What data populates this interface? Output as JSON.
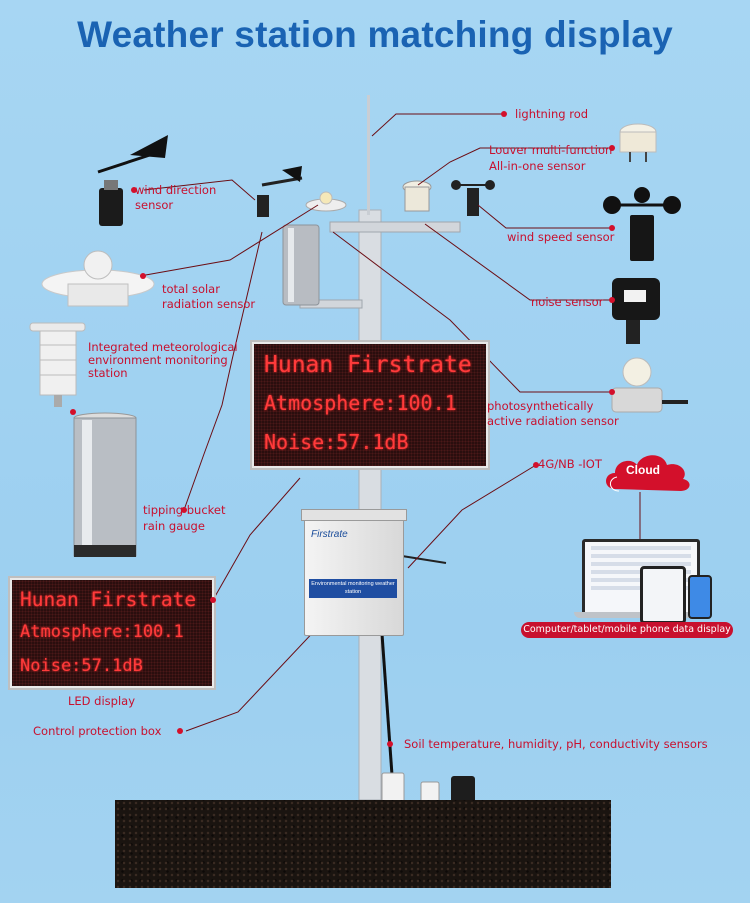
{
  "title": "Weather station matching display",
  "labels": {
    "lightning_rod": "lightning rod",
    "louver_1": "Louver multi-function",
    "louver_2": "All-in-one sensor",
    "wind_direction_1": "wind direction",
    "wind_direction_2": "sensor",
    "wind_speed": "wind speed sensor",
    "solar_1": "total solar",
    "solar_2": "radiation sensor",
    "noise": "noise sensor",
    "integrated_1": "Integrated meteorological",
    "integrated_2": "environment monitoring",
    "integrated_3": "station",
    "par_1": "photosynthetically",
    "par_2": "active radiation sensor",
    "rain_1": "tipping bucket",
    "rain_2": "rain gauge",
    "iot": "4G/NB -IOT",
    "cloud": "Cloud",
    "led_display": "LED display",
    "control_box": "Control protection box",
    "soil": "Soil temperature, humidity, pH, conductivity sensors",
    "devices": "Computer/tablet/mobile phone data display"
  },
  "led_main": {
    "line1": "Hunan Firstrate",
    "line2": "Atmosphere:100.1",
    "line3": "Noise:57.1dB"
  },
  "led_small": {
    "line1": "Hunan Firstrate",
    "line2": "Atmosphere:100.1",
    "line3": "Noise:57.1dB"
  },
  "control_box": {
    "brand": "Firstrate",
    "plate": "Environmental monitoring weather station"
  },
  "colors": {
    "title": "#1a63b3",
    "labels": "#c8102e",
    "led_text": "#ff3b3b",
    "background": "#a7d6f3"
  }
}
